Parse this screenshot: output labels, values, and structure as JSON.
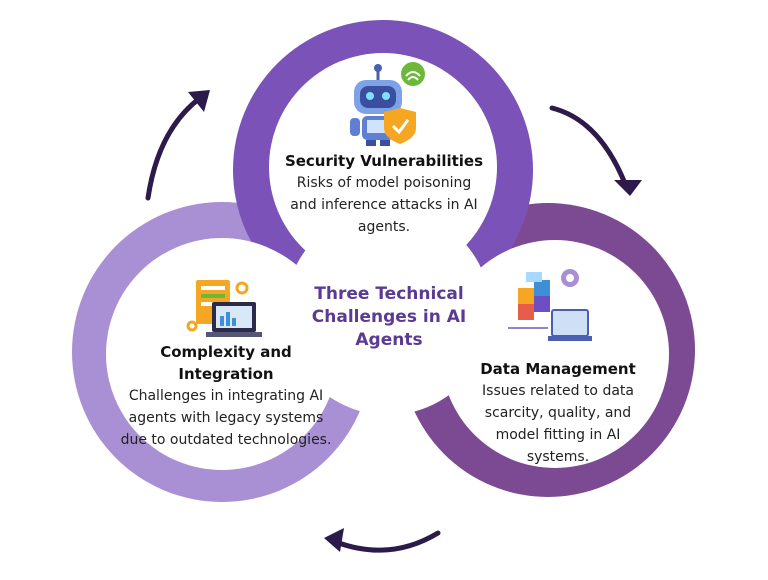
{
  "center": {
    "title": "Three Technical Challenges in AI Agents"
  },
  "nodes": [
    {
      "id": "security",
      "title": "Security Vulnerabilities",
      "description": "Risks of model poisoning and inference attacks in AI agents.",
      "icon": "robot-shield-icon"
    },
    {
      "id": "data",
      "title": "Data Management",
      "description": "Issues related to data scarcity, quality, and model fitting in AI systems.",
      "icon": "database-laptop-icon"
    },
    {
      "id": "complexity",
      "title": "Complexity and Integration",
      "description": "Challenges in integrating AI agents with legacy systems due to outdated technologies.",
      "icon": "gears-laptop-icon"
    }
  ],
  "colors": {
    "ring_top": "#7a52b8",
    "ring_right": "#7b4a93",
    "ring_left": "#a98fd3",
    "arrow": "#2c1a4a",
    "center_text": "#5b3a93"
  }
}
